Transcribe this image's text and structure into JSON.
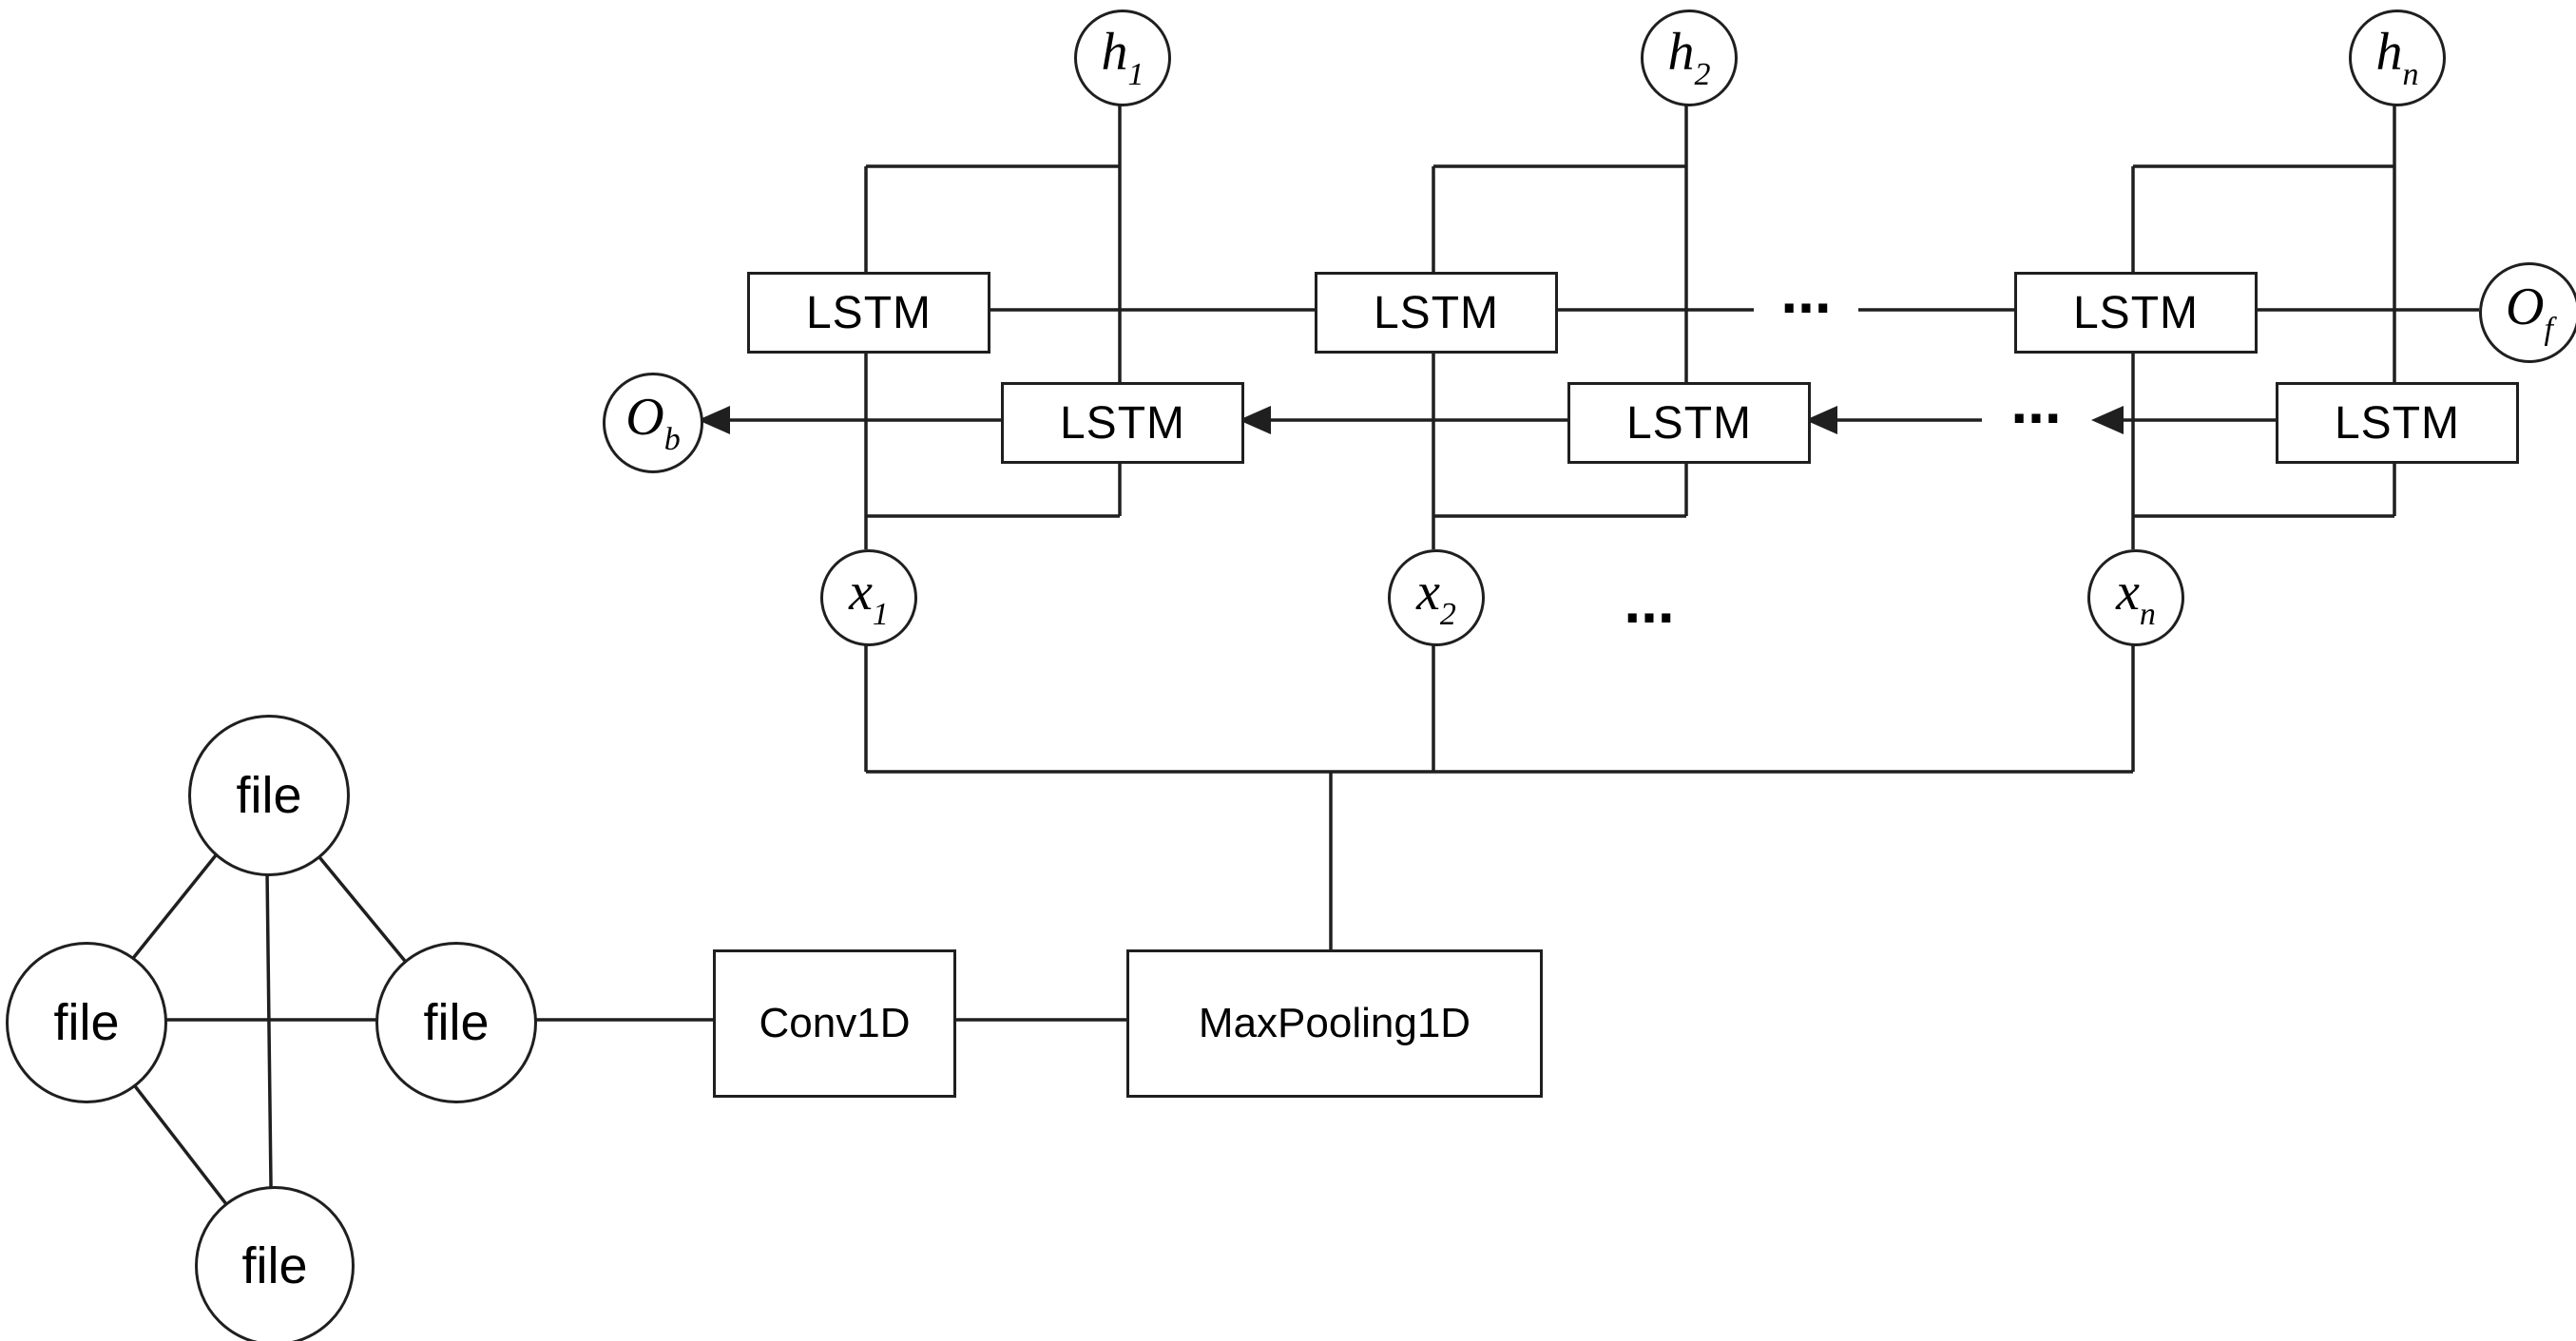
{
  "figure": {
    "background": "#ffffff",
    "line_color": "#1f1f1f"
  },
  "bilstm": {
    "hidden_nodes": [
      {
        "base": "h",
        "sub": "1"
      },
      {
        "base": "h",
        "sub": "2"
      },
      {
        "base": "h",
        "sub": "n"
      }
    ],
    "input_nodes": [
      {
        "base": "x",
        "sub": "1"
      },
      {
        "base": "x",
        "sub": "2"
      },
      {
        "base": "x",
        "sub": "n"
      }
    ],
    "forward_cells": [
      {
        "label": "LSTM"
      },
      {
        "label": "LSTM"
      },
      {
        "label": "LSTM"
      }
    ],
    "backward_cells": [
      {
        "label": "LSTM"
      },
      {
        "label": "LSTM"
      },
      {
        "label": "LSTM"
      }
    ],
    "backward_output": {
      "base": "O",
      "sub": "b"
    },
    "forward_output": {
      "base": "O",
      "sub": "f"
    },
    "forward_ellipsis": "...",
    "backward_ellipsis": "...",
    "input_ellipsis": "..."
  },
  "cnn": {
    "conv_label": "Conv1D",
    "pool_label": "MaxPooling1D"
  },
  "file_graph": {
    "nodes": [
      {
        "label": "file"
      },
      {
        "label": "file"
      },
      {
        "label": "file"
      },
      {
        "label": "file"
      }
    ]
  }
}
